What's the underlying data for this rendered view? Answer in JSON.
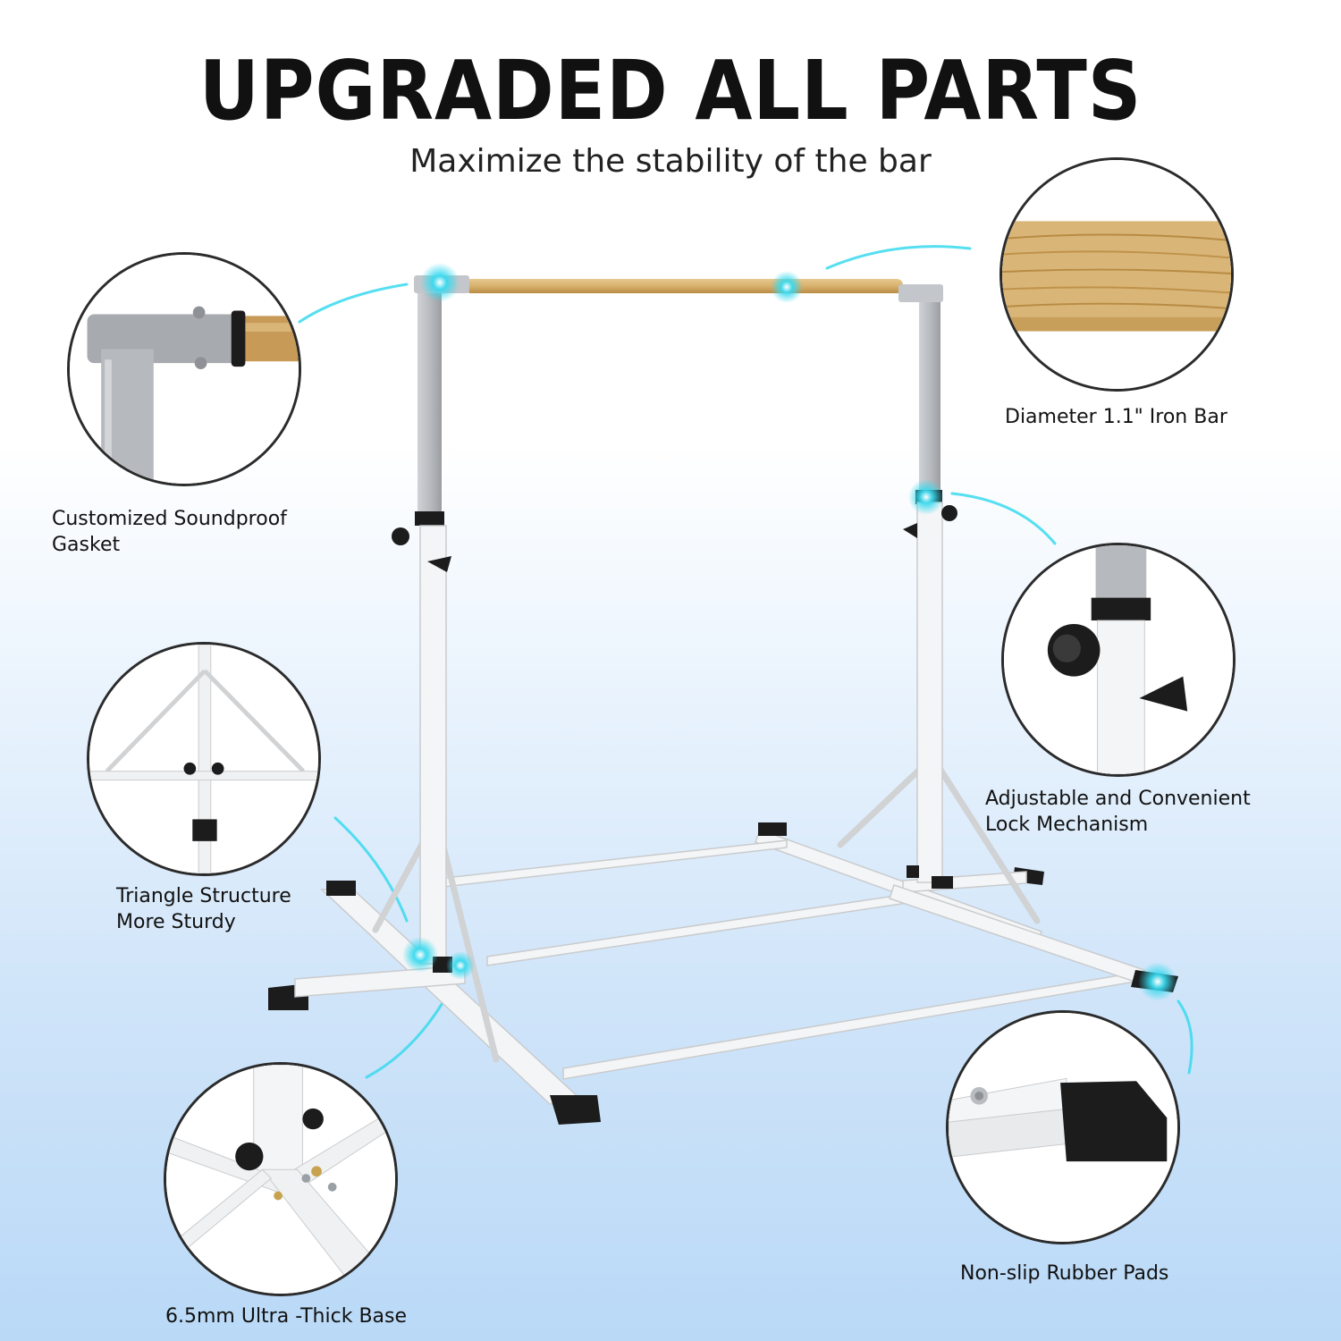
{
  "header": {
    "title": "UPGRADED ALL PARTS",
    "subtitle": "Maximize the stability of the bar"
  },
  "callouts": {
    "gasket": {
      "line1": "Customized Soundproof",
      "line2": "Gasket"
    },
    "iron_bar": {
      "line1": "Diameter 1.1\" Iron Bar"
    },
    "triangle": {
      "line1": "Triangle Structure",
      "line2": "More Sturdy"
    },
    "lock": {
      "line1": "Adjustable and Convenient",
      "line2": "Lock Mechanism"
    },
    "base": {
      "line1": "6.5mm Ultra -Thick Base"
    },
    "pads": {
      "line1": "Non-slip Rubber Pads"
    }
  },
  "colors": {
    "highlight": "#38d9ee",
    "frame_white": "#f4f5f6",
    "upright_gray": "#b9bcc0",
    "wood": "#d9b577",
    "rubber": "#1c1c1c"
  },
  "icons": [
    "gasket-detail-icon",
    "wood-bar-detail-icon",
    "triangle-detail-icon",
    "lock-detail-icon",
    "base-detail-icon",
    "pad-detail-icon"
  ]
}
